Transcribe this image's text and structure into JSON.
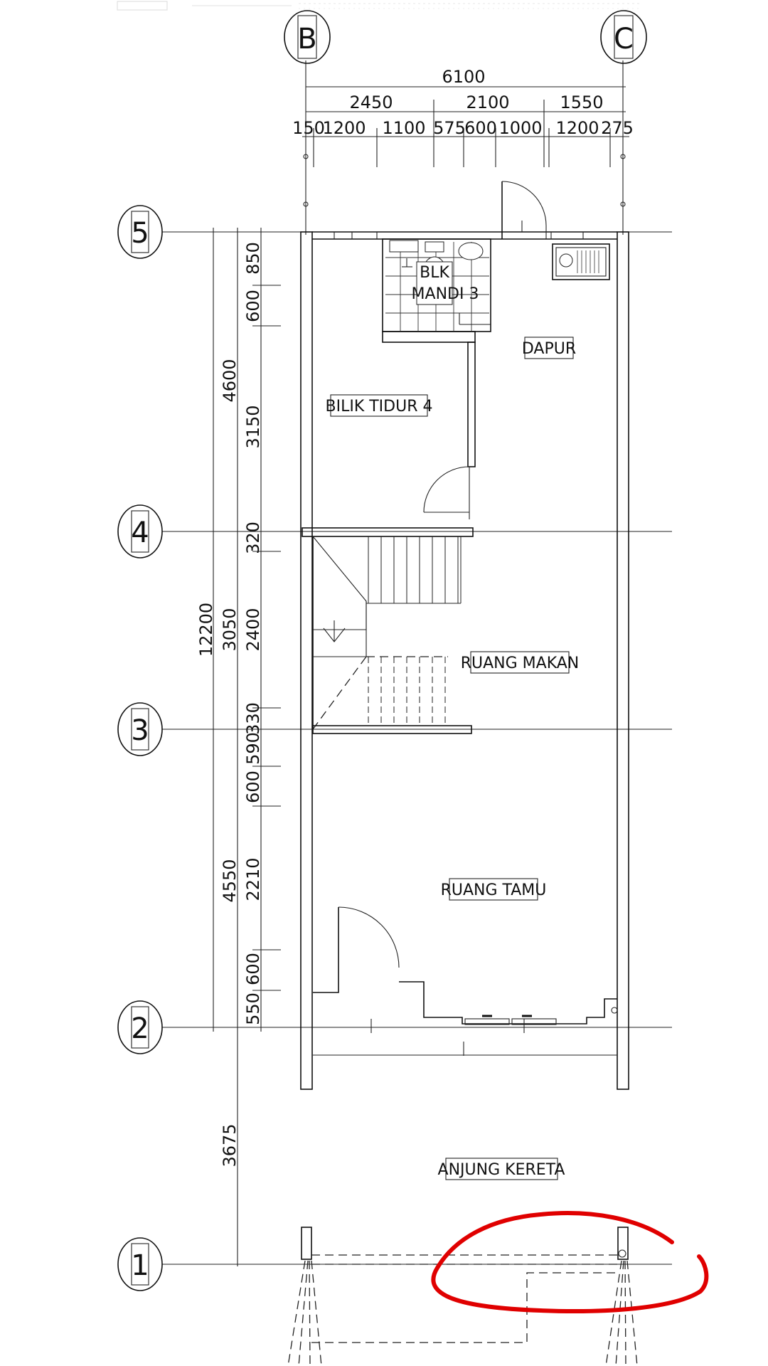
{
  "grid_columns": [
    "B",
    "C"
  ],
  "grid_rows": [
    "5",
    "4",
    "3",
    "2",
    "1"
  ],
  "dims_top": {
    "overall": "6100",
    "level2": [
      "2450",
      "2100",
      "1550"
    ],
    "level3": [
      "150",
      "1200",
      "1100",
      "575",
      "600",
      "1000",
      "1200",
      "275"
    ]
  },
  "dims_left": {
    "total": "12200",
    "group": [
      "4600",
      "3050",
      "4550",
      "3675"
    ],
    "detail": [
      "850",
      "600",
      "3150",
      "320",
      "2400",
      "330",
      "590",
      "600",
      "2210",
      "600",
      "550"
    ]
  },
  "rooms": {
    "blk_mandi_line1": "BLK",
    "blk_mandi_line2": "MANDI 3",
    "dapur": "DAPUR",
    "bilik_tidur": "BILIK TIDUR 4",
    "ruang_makan": "RUANG MAKAN",
    "ruang_tamu": "RUANG TAMU",
    "anjung_kereta": "ANJUNG KERETA"
  },
  "colors": {
    "linework": "#111111",
    "markup": "#e00000",
    "background": "#ffffff"
  }
}
